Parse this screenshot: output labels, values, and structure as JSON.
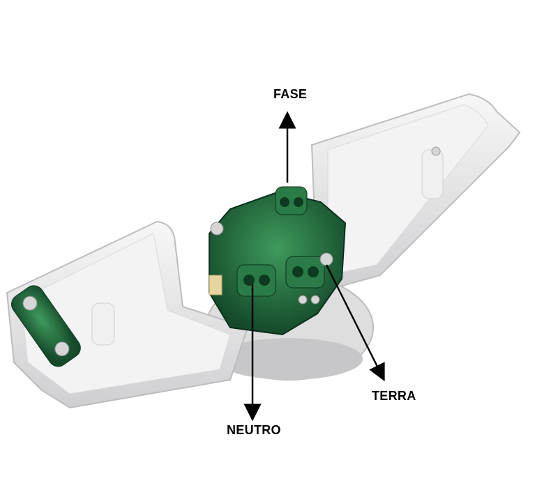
{
  "labels": {
    "fase": "FASE",
    "neutro": "NEUTRO",
    "terra": "TERRA"
  },
  "colors": {
    "housing": "#e9e9ea",
    "housing_shadow": "#c9c9cb",
    "terminal_green": "#1f6b3a",
    "terminal_green_light": "#3f9a5c",
    "screw": "#d6d6d6",
    "arrow": "#000000"
  }
}
